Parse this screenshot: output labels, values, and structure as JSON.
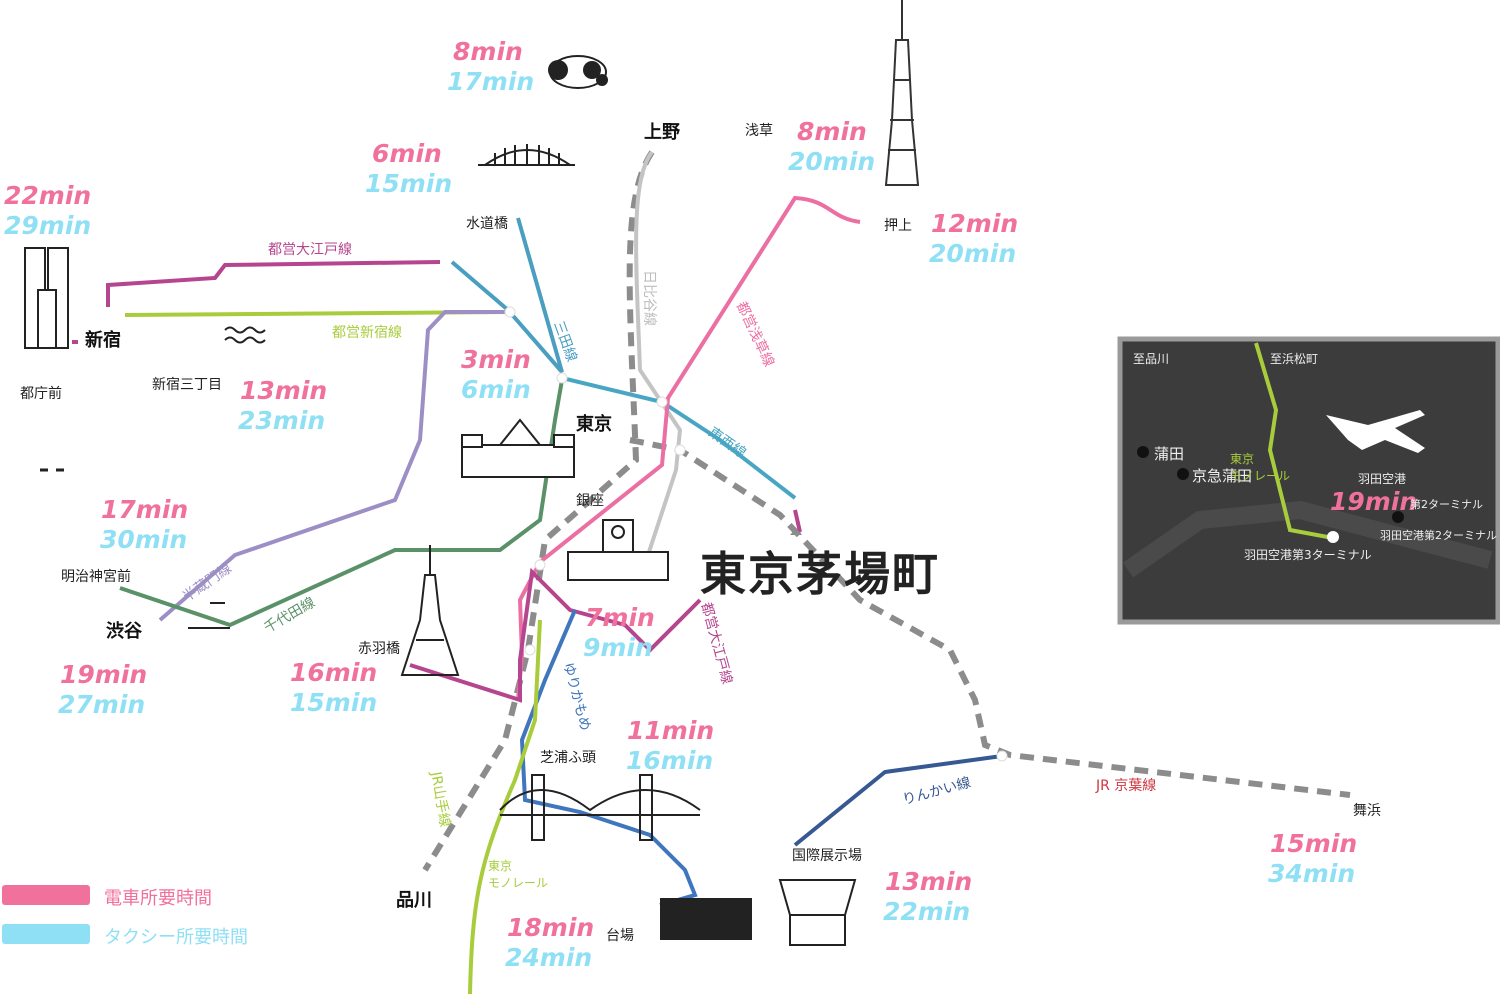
{
  "title": "東京茅場町",
  "legend": {
    "train_label": "電車所要時間",
    "taxi_label": "タクシー所要時間",
    "train_color": "#f0719c",
    "taxi_color": "#8fe0f5"
  },
  "times": {
    "ueno": {
      "train": "8min",
      "taxi": "17min"
    },
    "suidobashi": {
      "train": "6min",
      "taxi": "15min"
    },
    "shinjuku": {
      "train": "22min",
      "taxi": "29min"
    },
    "asakusa": {
      "train": "8min",
      "taxi": "20min"
    },
    "oshiage": {
      "train": "12min",
      "taxi": "20min"
    },
    "tokyo": {
      "train": "3min",
      "taxi": "6min"
    },
    "shinjuku_sanchome": {
      "train": "13min",
      "taxi": "23min"
    },
    "meiji": {
      "train": "17min",
      "taxi": "30min"
    },
    "shibuya": {
      "train": "19min",
      "taxi": "27min"
    },
    "akabanebashi": {
      "train": "16min",
      "taxi": "15min"
    },
    "ginza": {
      "train": "7min",
      "taxi": "9min"
    },
    "shibaura": {
      "train": "11min",
      "taxi": "16min"
    },
    "odaiba": {
      "train": "18min",
      "taxi": "24min"
    },
    "kokusai": {
      "train": "13min",
      "taxi": "22min"
    },
    "maihama": {
      "train": "15min",
      "taxi": "34min"
    },
    "haneda": {
      "train": "19min"
    }
  },
  "stations": {
    "ueno": "上野",
    "asakusa": "浅草",
    "oshiage": "押上",
    "suidobashi": "水道橋",
    "shinjuku": "新宿",
    "tochomae": "都庁前",
    "shinjuku_sanchome": "新宿三丁目",
    "tokyo": "東京",
    "ginza": "銀座",
    "meiji_jingumae": "明治神宮前",
    "shibuya": "渋谷",
    "akabanebashi": "赤羽橋",
    "shibaura": "芝浦ふ頭",
    "shinagawa": "品川",
    "odaiba": "台場",
    "kokusai": "国際展示場",
    "maihama": "舞浜"
  },
  "lines": {
    "oedo_top": "都営大江戸線",
    "shinjuku_line": "都営新宿線",
    "mita": "三田線",
    "hibiya": "日比谷線",
    "asakusa_line": "都営浅草線",
    "tozai": "東西線",
    "hanzomon": "半蔵門線",
    "chiyoda": "千代田線",
    "oedo_bottom": "都営大江戸線",
    "yurikamome": "ゆりかもめ",
    "yamanote": "JR山手線",
    "monorail": "東京\nモノレール",
    "rinkai": "りんかい線",
    "keiyo": "JR 京葉線"
  },
  "line_colors": {
    "oedo": "#b5458e",
    "shinjuku": "#a8cc3c",
    "mita": "#4a9ec0",
    "hibiya": "#bdbdbd",
    "asakusa": "#ec6fa4",
    "tozai": "#48a6c4",
    "hanzomon": "#9d8fc5",
    "chiyoda": "#5a9168",
    "yurikamome": "#3f76bd",
    "yamanote": "#a8cc3c",
    "rinkai": "#365893",
    "keiyo": "#d0373f",
    "jr_dash": "#8c8c8c"
  },
  "inset": {
    "to_shinagawa": "至品川",
    "to_hamamatsucho": "至浜松町",
    "kamata": "蒲田",
    "keikyu_kamata": "京急蒲田",
    "monorail": "東京\nモノレール",
    "haneda": "羽田空港",
    "terminal2_short": "第2ターミナル",
    "terminal2": "羽田空港第2ターミナル",
    "terminal3": "羽田空港第3ターミナル"
  }
}
